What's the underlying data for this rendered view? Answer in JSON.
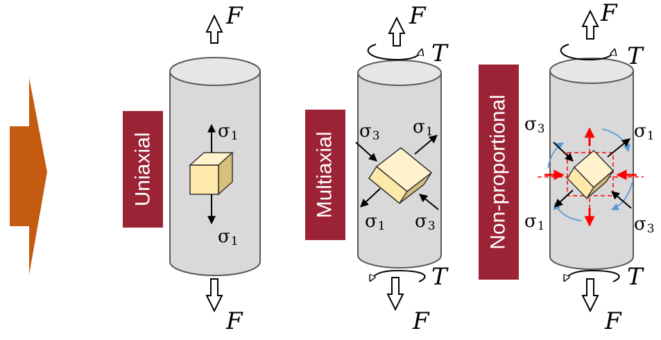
{
  "labels": {
    "force": "F",
    "torque": "T",
    "sigma1": "σ",
    "sigma3": "σ",
    "sub1": "1",
    "sub3": "3"
  },
  "panels": [
    {
      "title": "Uniaxial"
    },
    {
      "title": "Multiaxial"
    },
    {
      "title": "Non-proportional"
    }
  ],
  "colors": {
    "arrow": "#c55a11",
    "tag": "#9b2335",
    "cylinder": "#d9d9d9",
    "cylinder_stroke": "#595959",
    "cube_front": "#fde9a9",
    "cube_top": "#fff2cc",
    "cube_side": "#d6c07c",
    "red_arrows": "#ff0000",
    "blue_arrows": "#5b9bd5"
  }
}
